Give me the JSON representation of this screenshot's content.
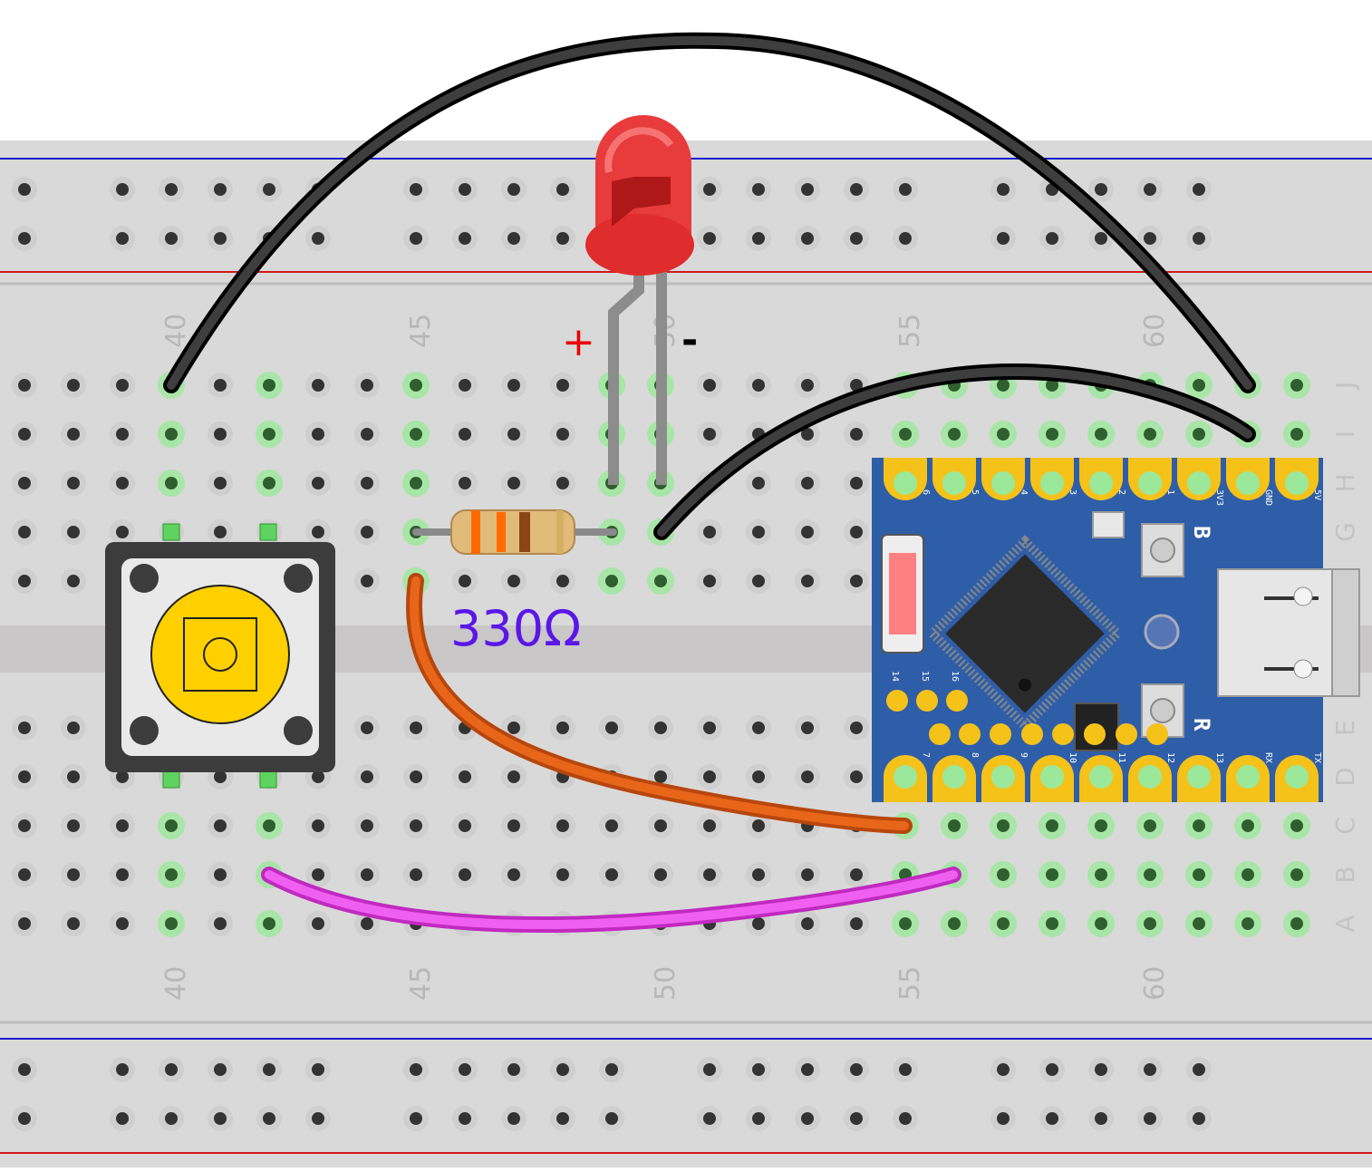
{
  "breadboard": {
    "column_labels": [
      "40",
      "45",
      "50",
      "55",
      "60"
    ],
    "row_labels_top": [
      "J",
      "I",
      "H",
      "G"
    ],
    "row_labels_bottom": [
      "E",
      "D",
      "C",
      "B",
      "A"
    ]
  },
  "components": {
    "led": {
      "color": "red",
      "plus_label": "+",
      "minus_label": "-"
    },
    "resistor": {
      "value_label": "330Ω"
    },
    "button": {
      "cap_color": "#ffd000"
    },
    "board": {
      "button_b_label": "B",
      "button_r_label": "R",
      "top_pins": [
        "6",
        "5",
        "4",
        "3",
        "2",
        "1",
        "3V3",
        "GND",
        "5V"
      ],
      "bottom_pins": [
        "7",
        "8",
        "9",
        "10",
        "11",
        "12",
        "13",
        "RX",
        "TX"
      ],
      "mid_pins": [
        "14",
        "15",
        "16"
      ]
    }
  },
  "wires": {
    "colors": {
      "ground": "#2b2b2b",
      "signal": "#e8661a",
      "bridge": "#e84fe0"
    }
  },
  "colors": {
    "breadboard": "#d9d9d9",
    "rail_blue": "#1a1ad0",
    "rail_red": "#d01a1a",
    "board_blue": "#2f5ea8",
    "pad_gold": "#f5c21a",
    "highlight": "#7fe07f",
    "label_purple": "#5b16e8"
  }
}
